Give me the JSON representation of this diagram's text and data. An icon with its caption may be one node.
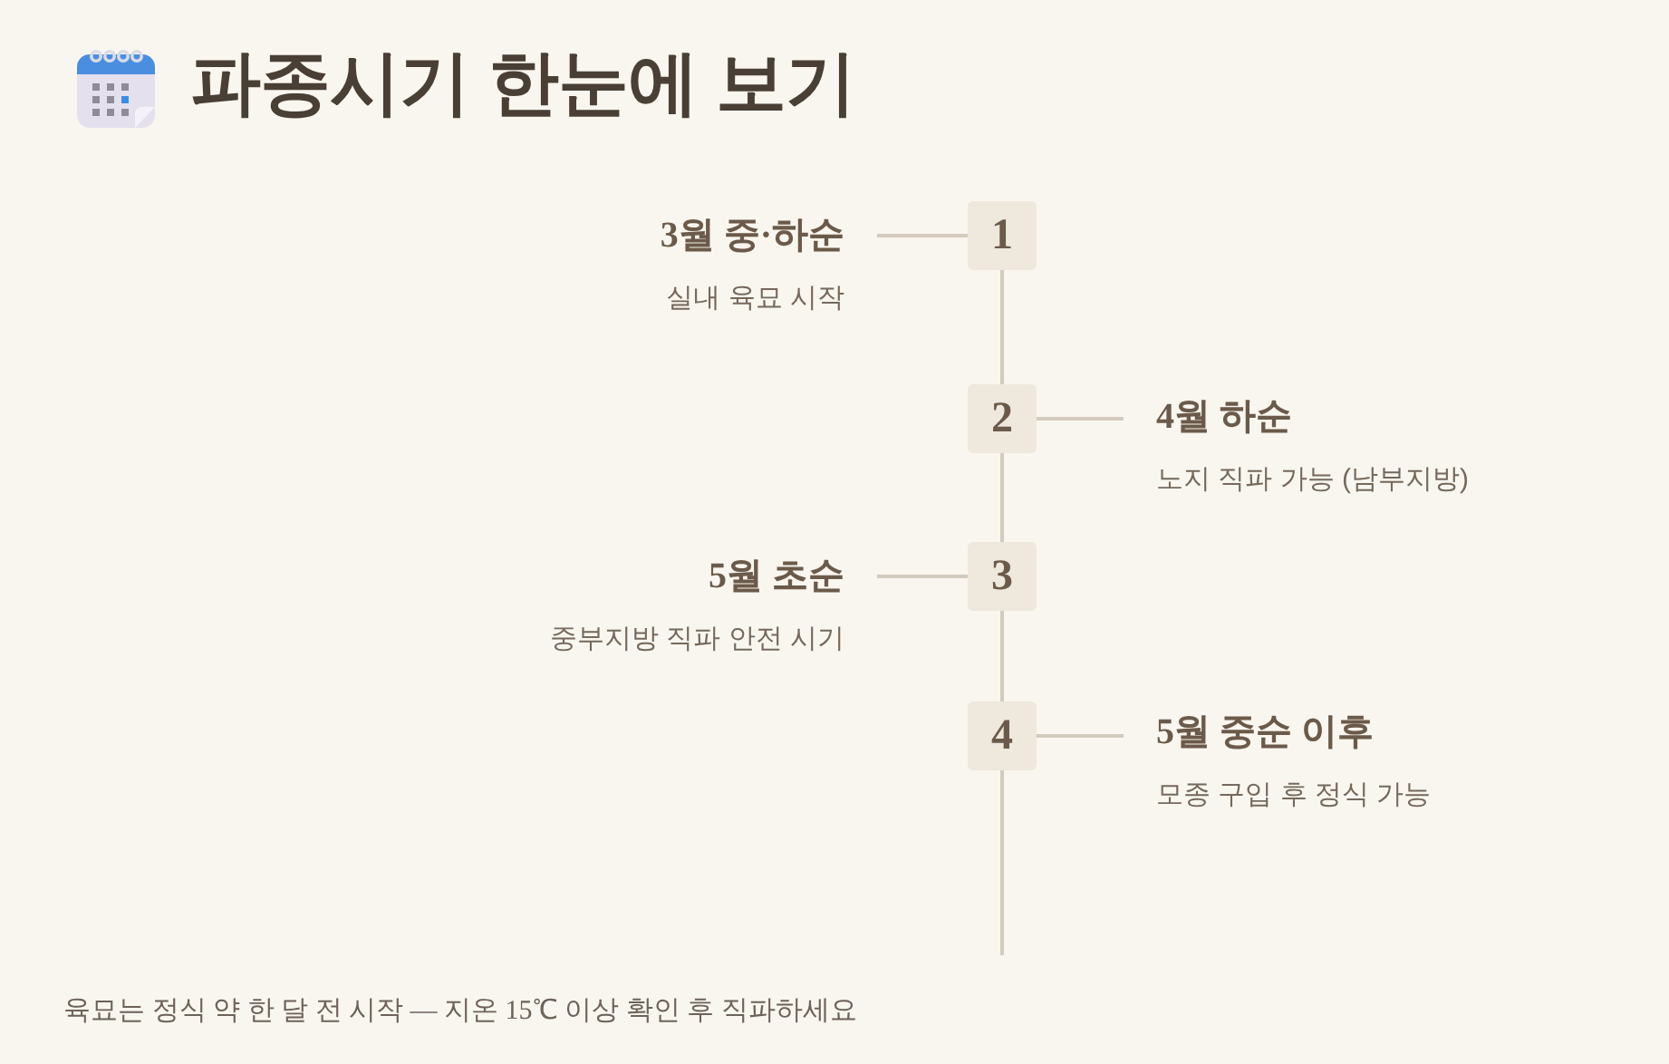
{
  "diagram": {
    "title": "파종시기 한눈에 보기",
    "nodes": [
      {
        "text": [
          "3월 중·하순",
          "실내 육묘 시작"
        ]
      },
      {
        "text": [
          "1"
        ]
      },
      {
        "text": [
          "2"
        ]
      },
      {
        "text": [
          "4월 하순",
          "노지 직파 가능 (남부지방)"
        ]
      },
      {
        "text": [
          "5월 초순",
          "중부지방 직파 안전 시기"
        ]
      },
      {
        "text": [
          "3"
        ]
      },
      {
        "text": [
          "4"
        ]
      },
      {
        "text": [
          "5월 중순 이후",
          "모종 구입 후 정식 가능"
        ]
      }
    ],
    "edges": [
      {
        "from": 0,
        "to": 1,
        "arrow": "none"
      },
      {
        "from": 1,
        "to": 2,
        "arrow": "none"
      },
      {
        "from": 2,
        "to": 3,
        "arrow": "none"
      },
      {
        "from": 2,
        "to": 5,
        "arrow": "none"
      },
      {
        "from": 4,
        "to": 5,
        "arrow": "none"
      },
      {
        "from": 5,
        "to": 6,
        "arrow": "none"
      },
      {
        "from": 6,
        "to": 7,
        "arrow": "none"
      },
      {
        "from": 6,
        "to": null,
        "arrow": "none"
      }
    ],
    "caption": "육묘는 정식 약 한 달 전 시작 — 지온 15℃ 이상 확인 후 직파하세요"
  }
}
